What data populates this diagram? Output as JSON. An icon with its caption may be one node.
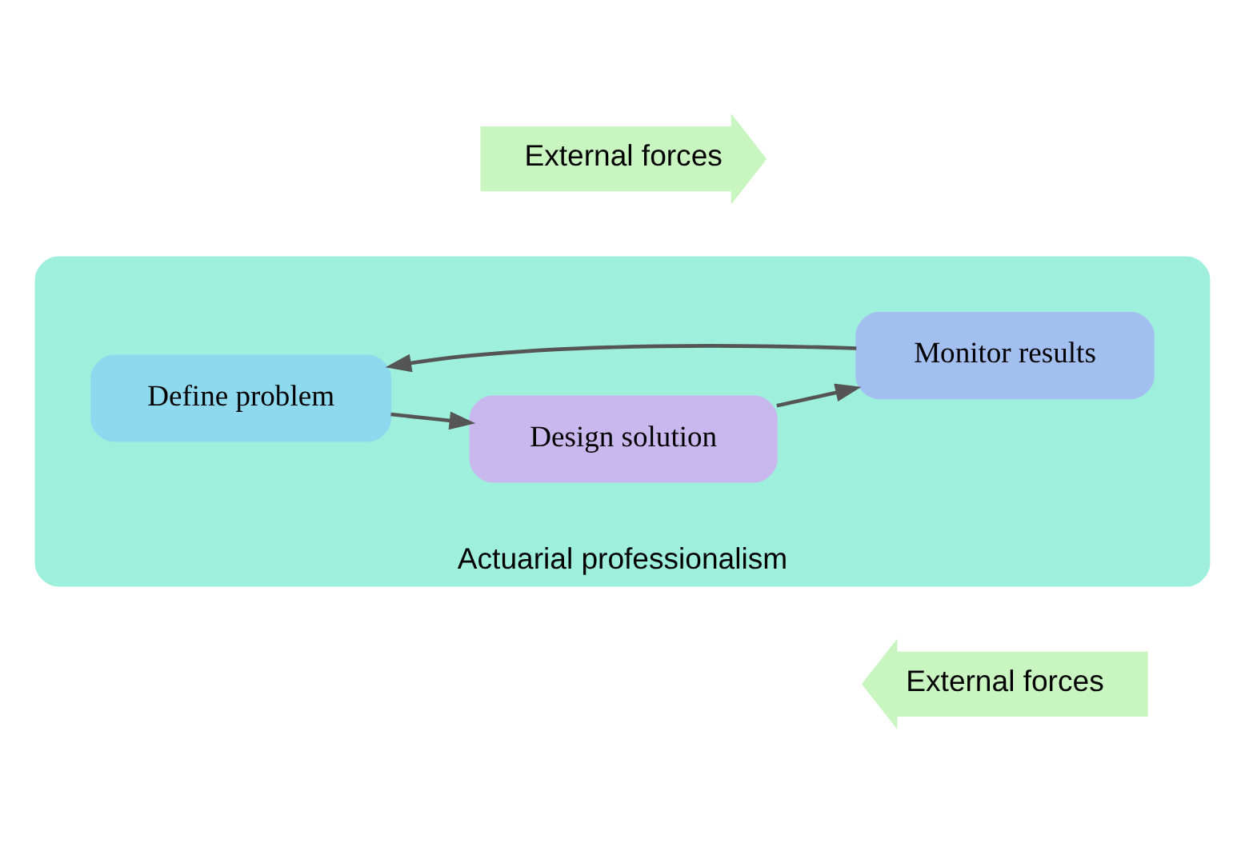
{
  "diagram": {
    "nodes": [
      {
        "text": [
          "Actuarial professionalism"
        ]
      },
      {
        "text": [
          "Define problem"
        ],
        "in": 0
      },
      {
        "text": [
          "Design solution"
        ],
        "in": 0
      },
      {
        "text": [
          "Monitor results"
        ],
        "in": 0
      },
      {
        "text": [
          "External forces"
        ]
      },
      {
        "text": [
          "External forces"
        ]
      }
    ],
    "edges": [
      {
        "from": 1,
        "to": 2,
        "arrow": "to"
      },
      {
        "from": 2,
        "to": 3,
        "arrow": "to"
      },
      {
        "from": 3,
        "to": 1,
        "arrow": "to"
      }
    ]
  }
}
